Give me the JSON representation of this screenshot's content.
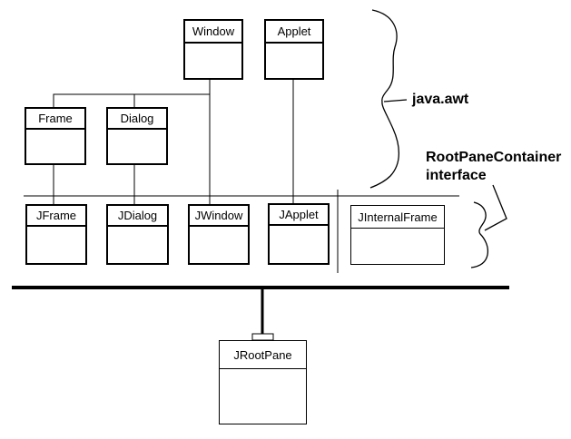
{
  "classes": {
    "window": "Window",
    "applet": "Applet",
    "frame": "Frame",
    "dialog": "Dialog",
    "jframe": "JFrame",
    "jdialog": "JDialog",
    "jwindow": "JWindow",
    "japplet": "JApplet",
    "jinternalframe": "JInternalFrame",
    "jrootpane": "JRootPane"
  },
  "annotations": {
    "java_awt": "java.awt",
    "rootpane_line1": "RootPaneContainer",
    "rootpane_line2": "interface"
  },
  "structure": {
    "inheritance_edges": [
      {
        "parent": "Window",
        "child": "Frame"
      },
      {
        "parent": "Window",
        "child": "Dialog"
      },
      {
        "parent": "Window",
        "child": "JWindow"
      },
      {
        "parent": "Applet",
        "child": "JApplet"
      },
      {
        "parent": "Frame",
        "child": "JFrame"
      },
      {
        "parent": "Dialog",
        "child": "JDialog"
      }
    ],
    "brace_groups": [
      {
        "label": "java.awt",
        "members": [
          "Window",
          "Applet",
          "Frame",
          "Dialog"
        ]
      },
      {
        "label": "RootPaneContainer interface",
        "members": [
          "JFrame",
          "JDialog",
          "JWindow",
          "JApplet",
          "JInternalFrame"
        ]
      }
    ],
    "containment": {
      "containers": [
        "JFrame",
        "JDialog",
        "JWindow",
        "JApplet",
        "JInternalFrame"
      ],
      "contains": "JRootPane"
    }
  },
  "colors": {
    "background": "#ffffff",
    "line": "#000000",
    "text": "#000000"
  }
}
